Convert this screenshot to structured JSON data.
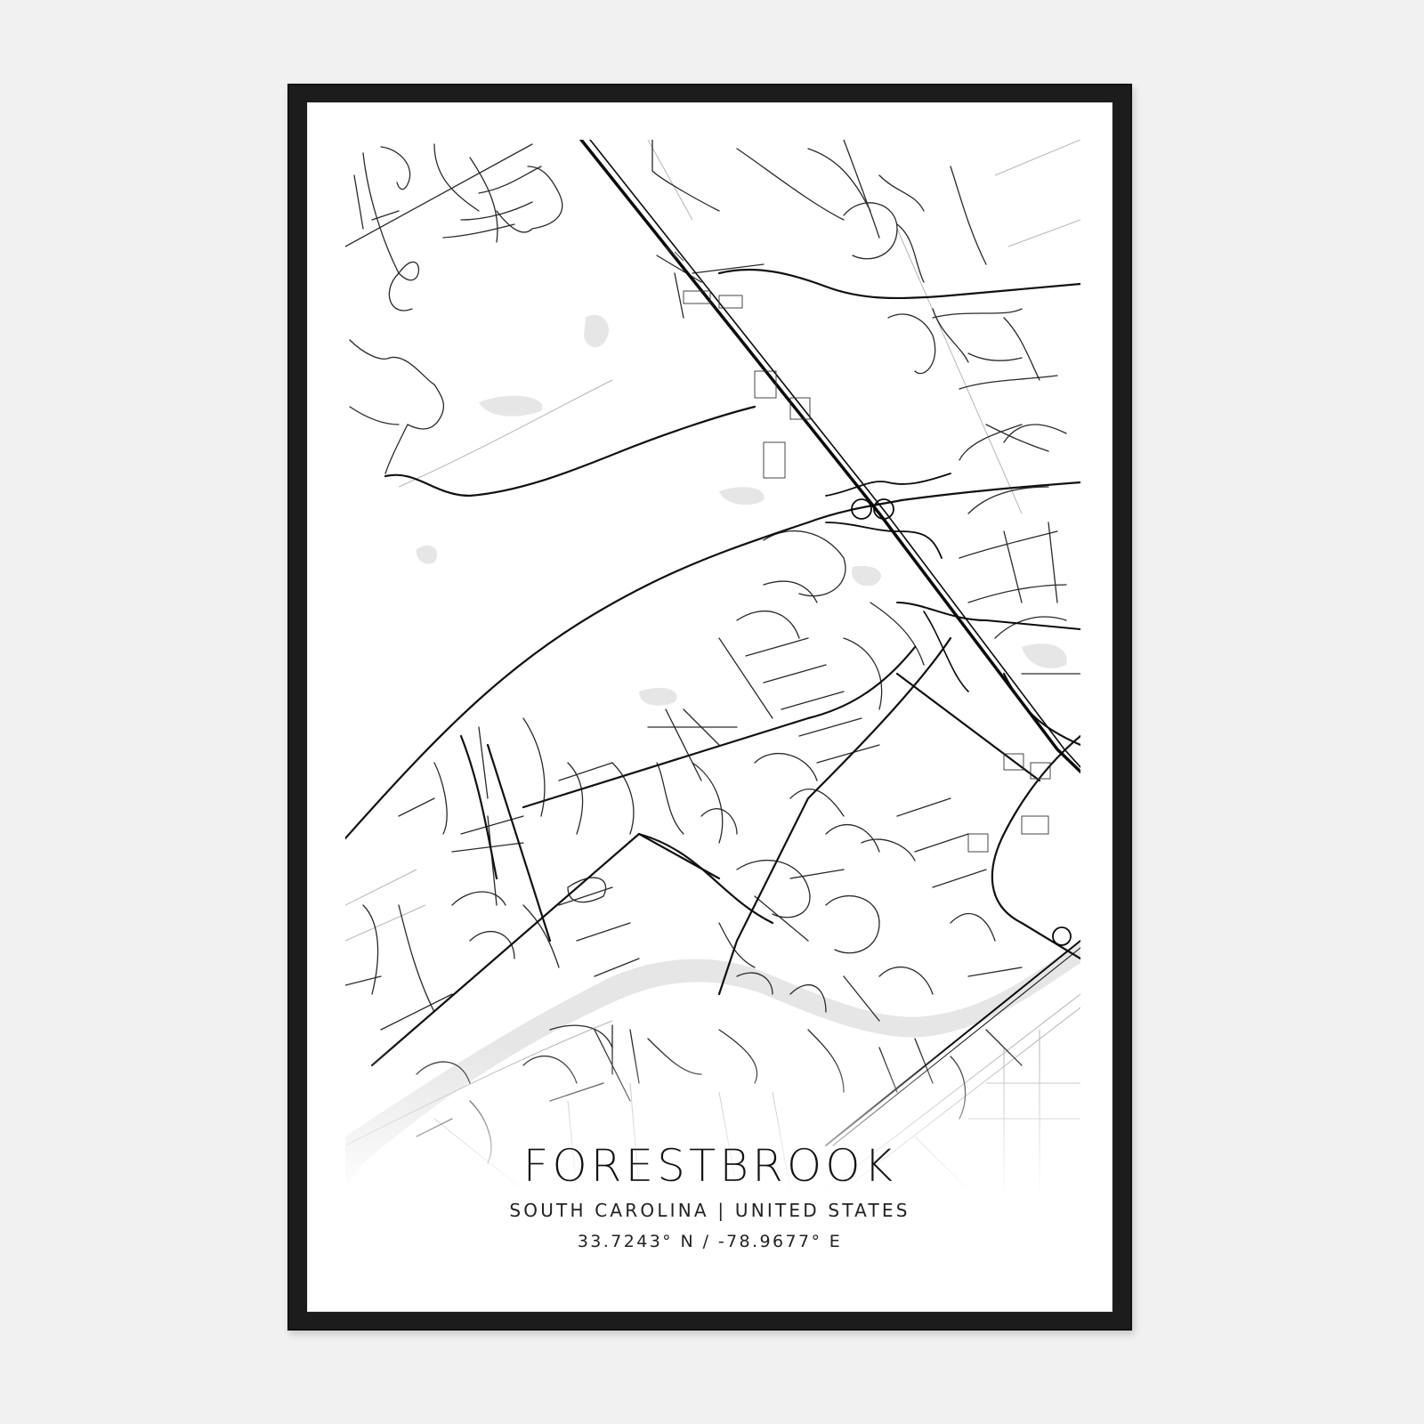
{
  "poster": {
    "city": "FORESTBROOK",
    "region": "SOUTH CAROLINA | UNITED STATES",
    "coordinates": "33.7243° N / -78.9677° E"
  },
  "colors": {
    "background": "#f1f1f1",
    "frame": "#1c1c1c",
    "mat": "#ffffff",
    "road_major": "#111111",
    "road_minor": "#333333",
    "road_faint": "#9a9a9a",
    "water": "#e4e4e4",
    "text": "#121212"
  },
  "map": {
    "style": "minimal black-and-white street map",
    "features": [
      "highway-interchange",
      "river",
      "residential-streets",
      "railway"
    ]
  }
}
